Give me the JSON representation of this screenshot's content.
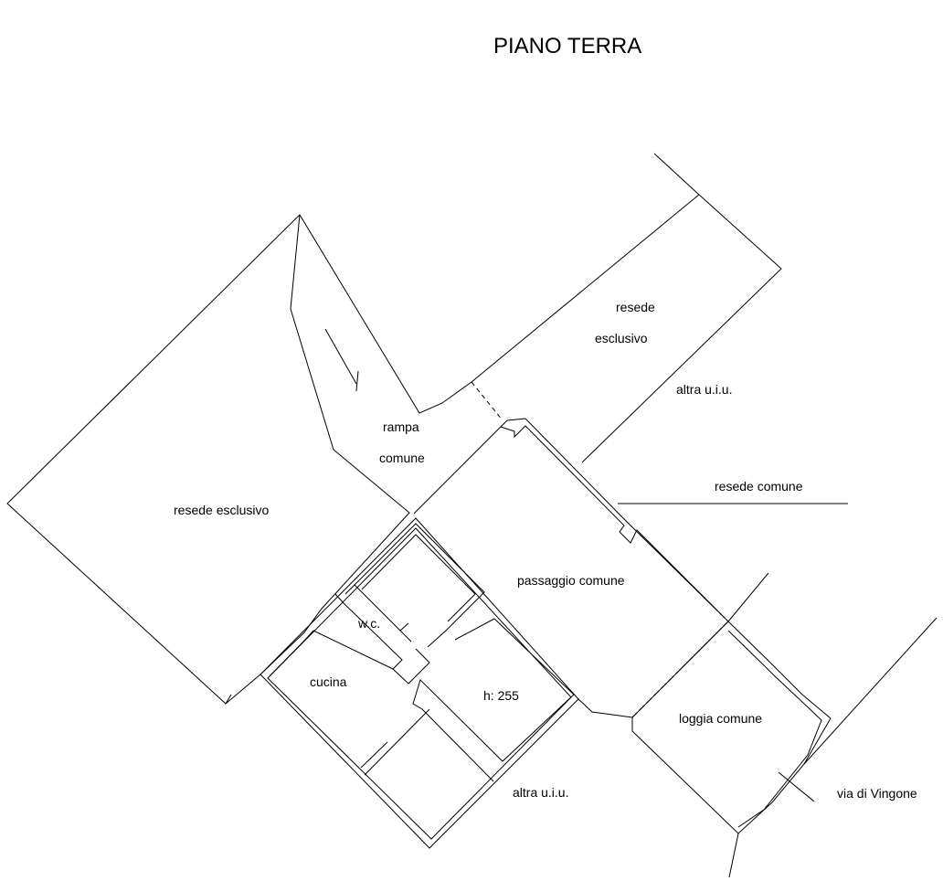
{
  "title": "PIANO TERRA",
  "labels": {
    "resede_esclusivo_left": "resede esclusivo",
    "rampa": "rampa",
    "comune_rampa": "comune",
    "resede_top": "resede",
    "esclusivo_top": "esclusivo",
    "altra_uiu_top": "altra u.i.u.",
    "resede_comune": "resede comune",
    "passaggio_comune": "passaggio comune",
    "wc": "w.c.",
    "cucina": "cucina",
    "height": "h: 255",
    "loggia_comune": "loggia comune",
    "altra_uiu_bottom": "altra u.i.u.",
    "via": "via di Vingone"
  },
  "colors": {
    "line": "#000000",
    "background": "#ffffff"
  }
}
